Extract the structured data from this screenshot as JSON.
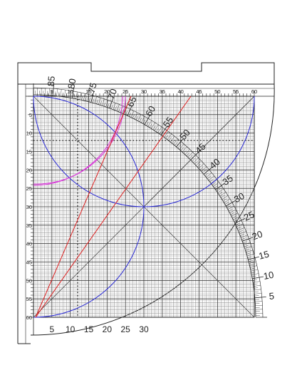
{
  "colors": {
    "background": "#ffffff",
    "outline": "#222222",
    "grid_fine": "#bdbdbd",
    "grid_mid": "#7a7a7a",
    "grid_major": "#333333",
    "blue": "#2b2bd6",
    "magenta": "#d93ad9",
    "red": "#dd2020",
    "diagonal": "#444444",
    "dotted": "#222222"
  },
  "scale": {
    "top_labels": [
      "5",
      "10",
      "15",
      "20",
      "25",
      "30",
      "35",
      "40",
      "45",
      "50",
      "55",
      "60"
    ],
    "left_labels": [
      "5",
      "10",
      "15",
      "20",
      "25",
      "30",
      "35",
      "40",
      "45",
      "50",
      "55",
      "60"
    ],
    "bottom_labels": [
      "5",
      "10",
      "15",
      "20",
      "25",
      "30"
    ]
  },
  "protractor": {
    "degree_labels": [
      "5",
      "10",
      "15",
      "20",
      "25",
      "30",
      "35",
      "40",
      "45",
      "50",
      "55",
      "60",
      "65",
      "70",
      "75",
      "80",
      "85"
    ]
  }
}
